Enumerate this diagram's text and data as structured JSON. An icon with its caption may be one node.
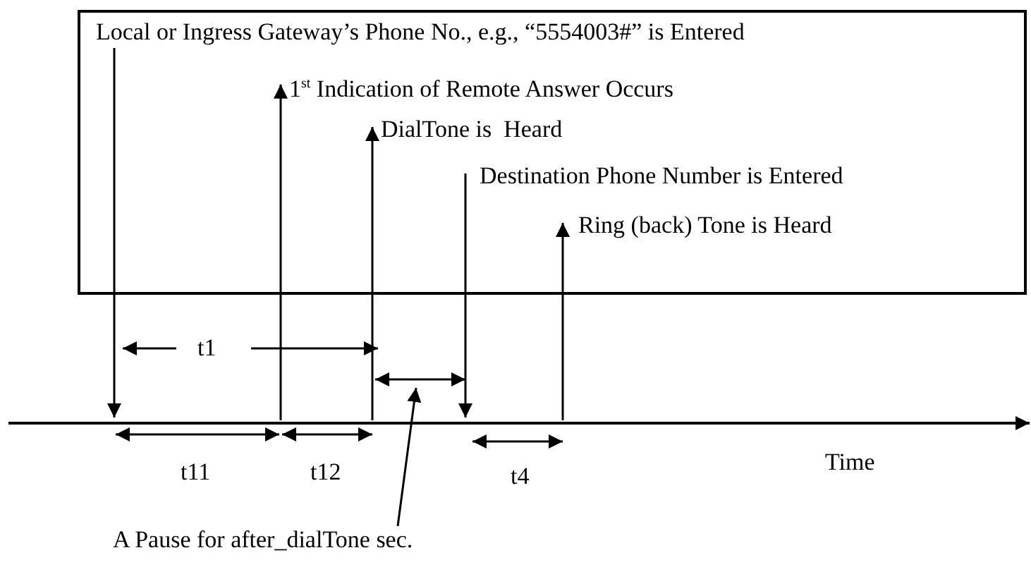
{
  "diagram": {
    "nodes": [
      {
        "text": [
          "Local or Ingress Gateway’s Phone No., e.g., “5554003#” is Entered"
        ]
      },
      {
        "text": [
          "1$^{st}$ Indication of Remote Answer Occurs"
        ]
      },
      {
        "text": [
          "DialTone is  Heard"
        ]
      },
      {
        "text": [
          "Destination Phone Number is Entered"
        ]
      },
      {
        "text": [
          "Ring (back) Tone is Heard"
        ]
      },
      {
        "text": [
          "A Pause for after_dialTone sec."
        ]
      }
    ],
    "edges": [
      {
        "from": 0,
        "to": null,
        "arrow": "to"
      },
      {
        "from": null,
        "to": 1,
        "arrow": "to"
      },
      {
        "from": null,
        "to": 2,
        "arrow": "to"
      },
      {
        "from": 3,
        "to": null,
        "arrow": "to"
      },
      {
        "from": null,
        "to": 4,
        "arrow": "to"
      },
      {
        "from": 5,
        "to": null,
        "arrow": "to"
      }
    ],
    "labels": [
      "t1",
      "t11",
      "t12",
      "t4",
      "Time"
    ]
  }
}
